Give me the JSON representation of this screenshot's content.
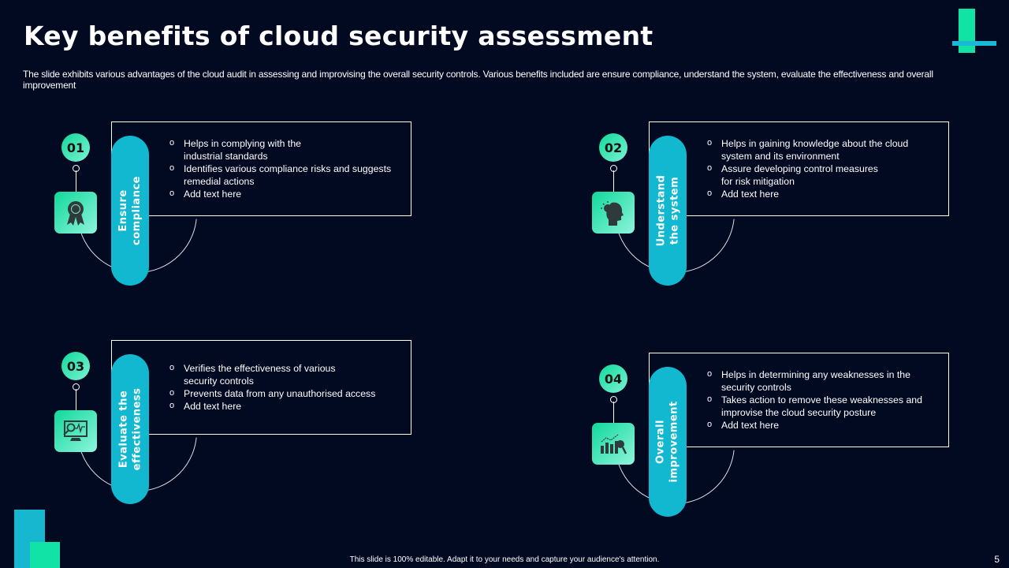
{
  "slide": {
    "title": "Key benefits of cloud security assessment",
    "subtitle": "The slide exhibits various advantages of the cloud audit in assessing and improvising the overall security controls. Various benefits included are ensure compliance, understand the system, evaluate the effectiveness and overall improvement",
    "footer": "This slide is 100% editable. Adapt it to your needs and capture your audience's attention.",
    "page_number": "5"
  },
  "colors": {
    "background": "#020a22",
    "accent_green": "#10e3a5",
    "accent_cyan": "#12b8cf"
  },
  "cards": [
    {
      "number": "01",
      "icon": "award-ribbon-icon",
      "label": "Ensure\ncompliance",
      "bullets": [
        "Helps in complying with the\n industrial standards",
        "Identifies various compliance risks and suggests remedial actions",
        "Add text here"
      ]
    },
    {
      "number": "02",
      "icon": "head-lightbulb-icon",
      "label": "Understand\nthe system",
      "bullets": [
        "Helps in gaining knowledge about the cloud system and its environment",
        "Assure developing control measures\nfor risk mitigation",
        "Add text here"
      ]
    },
    {
      "number": "03",
      "icon": "monitor-analysis-icon",
      "label": "Evaluate the\neffectiveness",
      "bullets": [
        "Verifies the effectiveness of various\nsecurity controls",
        "Prevents data from any unauthorised access",
        "Add text here"
      ]
    },
    {
      "number": "04",
      "icon": "chart-growth-search-icon",
      "label": "Overall\nimprovement",
      "bullets": [
        "Helps in determining any weaknesses in the security controls",
        "Takes action to remove these weaknesses and improvise the cloud security posture",
        "Add text here"
      ]
    }
  ]
}
